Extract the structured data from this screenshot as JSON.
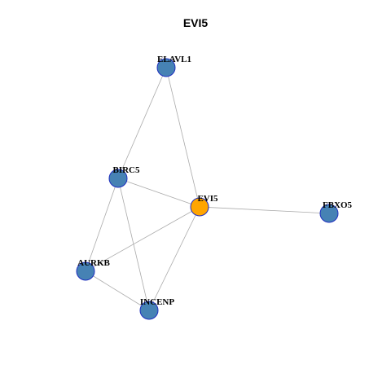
{
  "title": "EVI5",
  "colors": {
    "center_node": "#FFA500",
    "neighbor_node": "#4682B4",
    "node_border": "#1F2FBF",
    "edge": "#AAAAAA"
  },
  "nodes": [
    {
      "id": "ELAVL1",
      "label": "ELAVL1",
      "role": "neighbor"
    },
    {
      "id": "BIRC5",
      "label": "BIRC5",
      "role": "neighbor"
    },
    {
      "id": "EVI5",
      "label": "EVI5",
      "role": "center"
    },
    {
      "id": "FBXO5",
      "label": "FBXO5",
      "role": "neighbor"
    },
    {
      "id": "AURKB",
      "label": "AURKB",
      "role": "neighbor"
    },
    {
      "id": "INCENP",
      "label": "INCENP",
      "role": "neighbor"
    }
  ],
  "edges": [
    [
      "ELAVL1",
      "BIRC5"
    ],
    [
      "ELAVL1",
      "EVI5"
    ],
    [
      "BIRC5",
      "EVI5"
    ],
    [
      "BIRC5",
      "AURKB"
    ],
    [
      "BIRC5",
      "INCENP"
    ],
    [
      "EVI5",
      "FBXO5"
    ],
    [
      "EVI5",
      "AURKB"
    ],
    [
      "EVI5",
      "INCENP"
    ],
    [
      "AURKB",
      "INCENP"
    ]
  ]
}
